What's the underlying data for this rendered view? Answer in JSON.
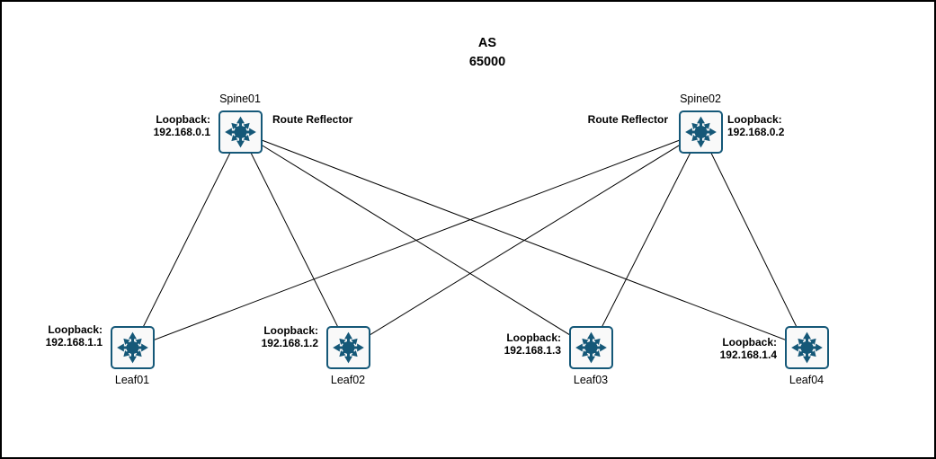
{
  "title": {
    "line1": "AS",
    "line2": "65000"
  },
  "colors": {
    "node_accent": "#155878",
    "node_background": "#f9f9f9",
    "link_line": "#000000",
    "canvas_border": "#000000",
    "background": "#ffffff"
  },
  "icons": {
    "switch_glyph": "multilayer-switch-icon"
  },
  "nodes": [
    {
      "id": "spine01",
      "name": "Spine01",
      "role": "Route Reflector",
      "loopback_label": "Loopback:",
      "loopback_ip": "192.168.0.1"
    },
    {
      "id": "spine02",
      "name": "Spine02",
      "role": "Route Reflector",
      "loopback_label": "Loopback:",
      "loopback_ip": "192.168.0.2"
    },
    {
      "id": "leaf01",
      "name": "Leaf01",
      "loopback_label": "Loopback:",
      "loopback_ip": "192.168.1.1"
    },
    {
      "id": "leaf02",
      "name": "Leaf02",
      "loopback_label": "Loopback:",
      "loopback_ip": "192.168.1.2"
    },
    {
      "id": "leaf03",
      "name": "Leaf03",
      "loopback_label": "Loopback:",
      "loopback_ip": "192.168.1.3"
    },
    {
      "id": "leaf04",
      "name": "Leaf04",
      "loopback_label": "Loopback:",
      "loopback_ip": "192.168.1.4"
    }
  ],
  "links": [
    {
      "from": "Spine01",
      "to": "Leaf01"
    },
    {
      "from": "Spine01",
      "to": "Leaf02"
    },
    {
      "from": "Spine01",
      "to": "Leaf03"
    },
    {
      "from": "Spine01",
      "to": "Leaf04"
    },
    {
      "from": "Spine02",
      "to": "Leaf01"
    },
    {
      "from": "Spine02",
      "to": "Leaf02"
    },
    {
      "from": "Spine02",
      "to": "Leaf03"
    },
    {
      "from": "Spine02",
      "to": "Leaf04"
    }
  ]
}
